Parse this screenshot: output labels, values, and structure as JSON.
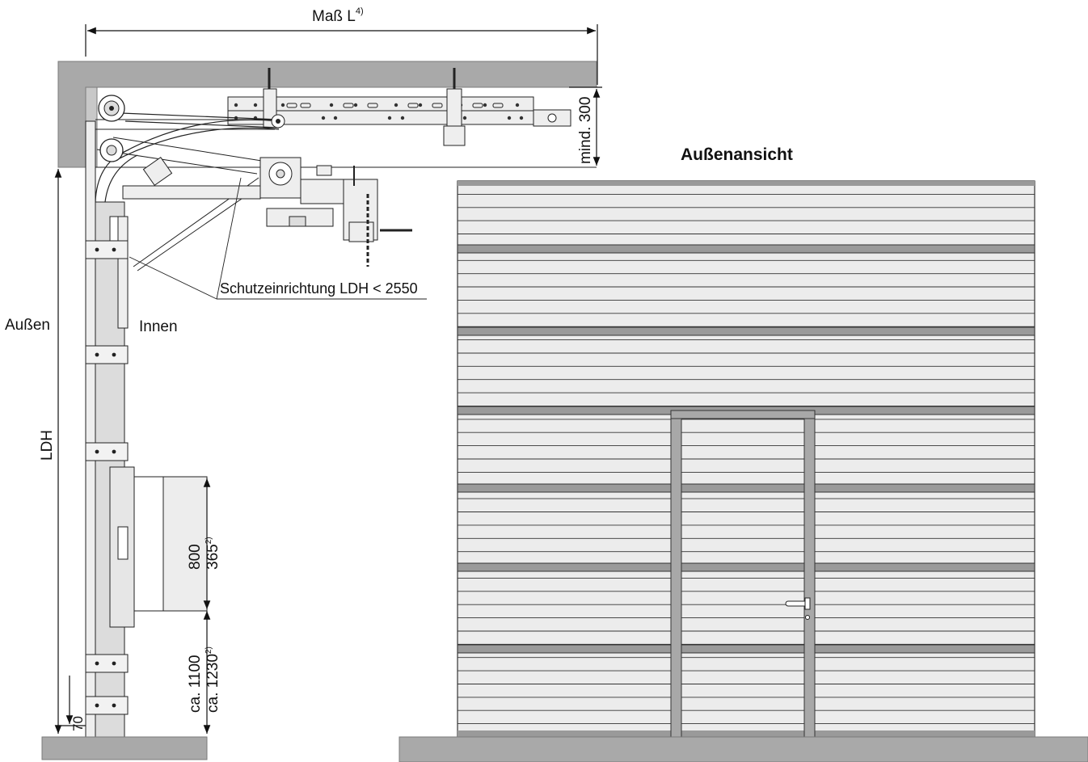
{
  "labels": {
    "mass_l": "Maß L",
    "mass_l_note": "4)",
    "mind": "mind. 300",
    "aussenansicht": "Außenansicht",
    "schutz": "Schutzeinrichtung LDH < 2550",
    "aussen": "Außen",
    "innen": "Innen",
    "ldh": "LDH",
    "dim_800": "800",
    "dim_365": "365",
    "dim_365_note": "2)",
    "dim_1100": "ca. 1100",
    "dim_1230": "ca. 1230",
    "dim_1230_note": "2)",
    "dim_70": "70"
  },
  "colors": {
    "wall": "#a9a9a9",
    "door_panel": "#ececec",
    "door_divider": "#9a9a9a",
    "line": "#222222"
  }
}
